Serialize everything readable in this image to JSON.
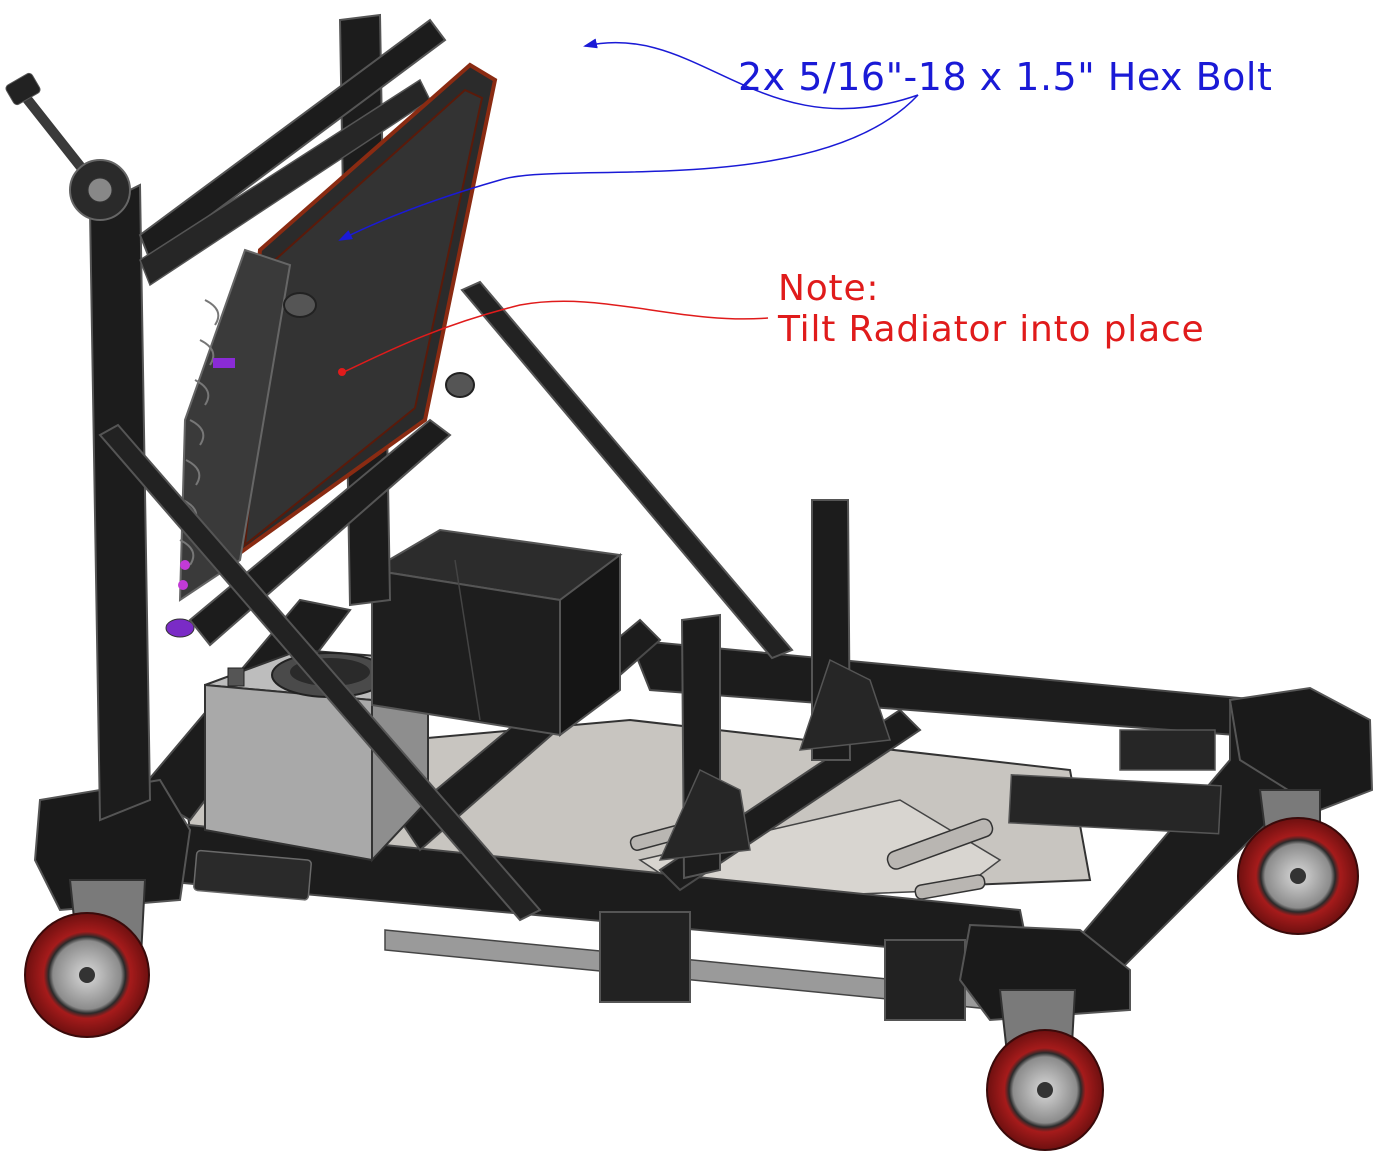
{
  "annotations": {
    "bolt_callout": "2x 5/16\"-18 x 1.5\" Hex Bolt",
    "note_title": "Note:",
    "note_text": "Tilt Radiator into place"
  },
  "colors": {
    "bolt_callout": "#1a1ad6",
    "note": "#e01b1b",
    "frame": "#1c1c1c",
    "frame_edge": "#4a4a4a",
    "tank_light": "#a9a9a9",
    "tray": "#c8c5c0",
    "wheel": "#a61b1b",
    "radiator_core": "#2b2b2b",
    "radiator_trim": "#8a2b12",
    "accent_purple": "#8a2bd6"
  },
  "diagram": {
    "subject": "radiator-test-cart-assembly",
    "components": [
      "caster-wheel",
      "caster-wheel",
      "caster-wheel",
      "caster-wheel",
      "radiator",
      "fuel-tank",
      "battery-box",
      "diagonal-brace",
      "diagonal-brace",
      "rear-upright",
      "front-upright-pair",
      "base-frame",
      "tray"
    ]
  }
}
